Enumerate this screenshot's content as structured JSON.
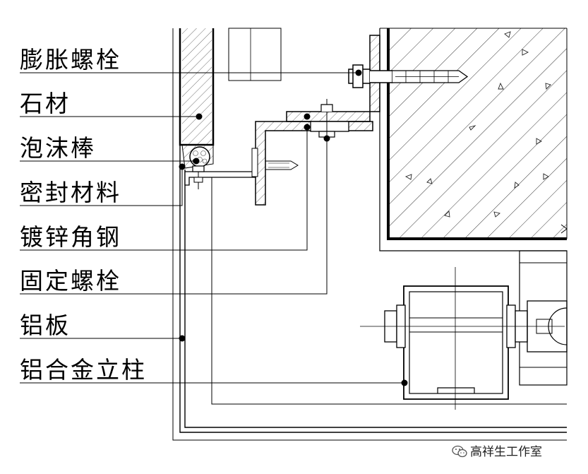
{
  "labels": [
    {
      "id": "expansion-bolt",
      "text": "膨胀螺栓"
    },
    {
      "id": "stone",
      "text": "石材"
    },
    {
      "id": "foam-rod",
      "text": "泡沫棒"
    },
    {
      "id": "sealant",
      "text": "密封材料"
    },
    {
      "id": "galvanized-angle",
      "text": "镀锌角钢"
    },
    {
      "id": "fixing-bolt",
      "text": "固定螺栓"
    },
    {
      "id": "aluminum-panel",
      "text": "铝板"
    },
    {
      "id": "aluminum-mullion",
      "text": "铝合金立柱"
    }
  ],
  "watermark": {
    "text": "高祥生工作室",
    "icon": "wechat-icon"
  }
}
